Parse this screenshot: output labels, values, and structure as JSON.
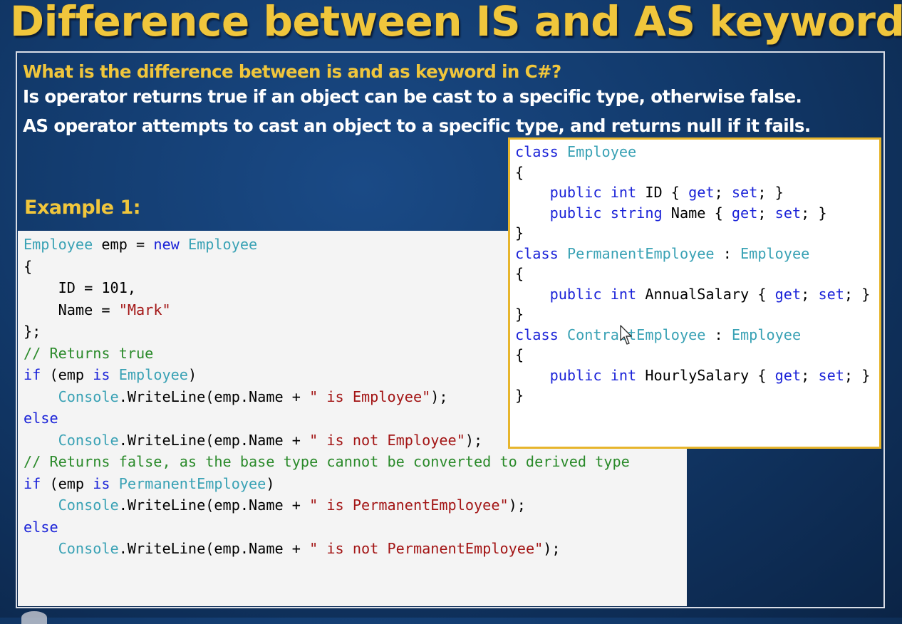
{
  "title": "Difference between IS and AS keywords",
  "question": "What is the difference between is and as keyword in C#?",
  "answers": [
    "Is operator returns true if an object can be cast to a specific type, otherwise false.",
    "AS operator attempts to cast an object to a specific type, and returns null if it fails."
  ],
  "example_label": "Example 1:",
  "left_code": {
    "l1": [
      "Employee",
      " emp = ",
      "new",
      " ",
      "Employee"
    ],
    "l2": "{",
    "l3": "    ID = 101,",
    "l4": [
      "    Name = ",
      "\"Mark\""
    ],
    "l5": "};",
    "l6": "",
    "l7": "// Returns true",
    "l8": [
      "if",
      " (emp ",
      "is",
      " ",
      "Employee",
      ")"
    ],
    "l9": [
      "    ",
      "Console",
      ".WriteLine(emp.Name + ",
      "\" is Employee\"",
      ");"
    ],
    "l10": "else",
    "l11": [
      "    ",
      "Console",
      ".WriteLine(emp.Name + ",
      "\" is not Employee\"",
      ");"
    ],
    "l12": "",
    "l13": "// Returns false, as the base type cannot be converted to derived type",
    "l14": [
      "if",
      " (emp ",
      "is",
      " ",
      "PermanentEmployee",
      ")"
    ],
    "l15": [
      "    ",
      "Console",
      ".WriteLine(emp.Name + ",
      "\" is PermanentEmployee\"",
      ");"
    ],
    "l16": "else",
    "l17": [
      "    ",
      "Console",
      ".WriteLine(emp.Name + ",
      "\" is not PermanentEmployee\"",
      ");"
    ]
  },
  "right_code": {
    "r1": [
      "class",
      " ",
      "Employee"
    ],
    "r2": "{",
    "r3": [
      "    ",
      "public",
      " ",
      "int",
      " ID { ",
      "get",
      "; ",
      "set",
      "; }"
    ],
    "r4": [
      "    ",
      "public",
      " ",
      "string",
      " Name { ",
      "get",
      "; ",
      "set",
      "; }"
    ],
    "r5": "}",
    "r6": "",
    "r7": [
      "class",
      " ",
      "PermanentEmployee",
      " : ",
      "Employee"
    ],
    "r8": "{",
    "r9": [
      "    ",
      "public",
      " ",
      "int",
      " AnnualSalary { ",
      "get",
      "; ",
      "set",
      "; }"
    ],
    "r10": "}",
    "r11": "",
    "r12": [
      "class",
      " ",
      "ContractEmployee",
      " : ",
      "Employee"
    ],
    "r13": "{",
    "r14": [
      "    ",
      "public",
      " ",
      "int",
      " HourlySalary { ",
      "get",
      "; ",
      "set",
      "; }"
    ],
    "r15": "}"
  },
  "icons": {
    "cursor": "mouse-pointer-icon"
  },
  "colors": {
    "title": "#f0c63c",
    "keyword": "#1a22d8",
    "type": "#3aa2b5",
    "string": "#a31515",
    "comment": "#2a8a2a",
    "panel_border": "#e7b52c"
  }
}
